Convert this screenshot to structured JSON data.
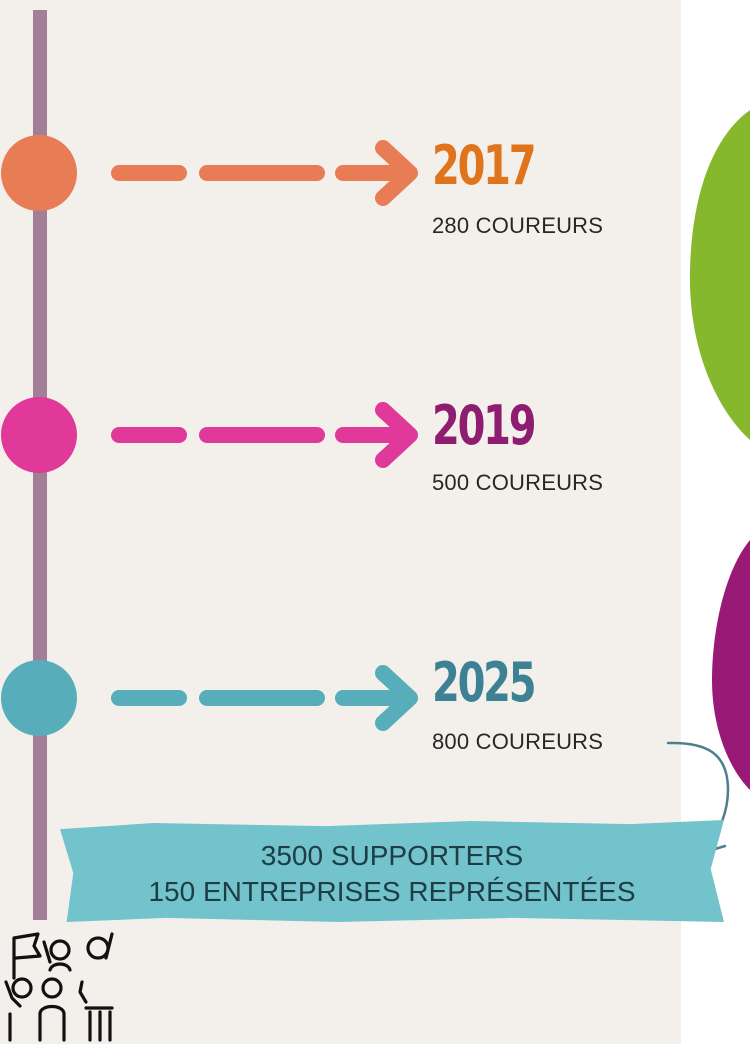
{
  "timeline": {
    "entries": [
      {
        "year": "2017",
        "runners": "280 COUREURS",
        "color": "#e87d55",
        "year_color": "#e0741c"
      },
      {
        "year": "2019",
        "runners": "500 COUREURS",
        "color": "#e0399a",
        "year_color": "#8e1d6f"
      },
      {
        "year": "2025",
        "runners": "800 COUREURS",
        "color": "#58adbb",
        "year_color": "#3f8194"
      }
    ]
  },
  "stats": {
    "supporters": "3500 SUPPORTERS",
    "companies": "150 ENTREPRISES REPRÉSENTÉES"
  },
  "icons": {
    "fans": "cheering-people-icon"
  },
  "colors": {
    "panel_background": "#f3f0ec",
    "timeline_line": "#a27f97",
    "green_blob": "#86b82e",
    "purple_blob": "#981a76",
    "banner": "#72c3cc"
  }
}
